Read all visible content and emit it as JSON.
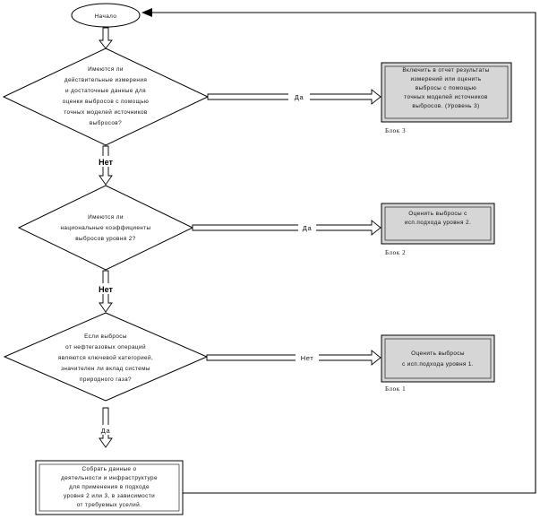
{
  "diagram": {
    "start": "Начало",
    "q1": [
      "Имеются ли",
      "действительные измерения",
      "и достаточные данные для",
      "оценки выбросов с помощью",
      "точных моделей источников",
      "выбросов?"
    ],
    "q2": [
      "Имеются ли",
      "национальные коэффициенты",
      "выбросов уровня 2?"
    ],
    "q3": [
      "Если выбросы",
      "от нефтегазовых операций",
      "являются ключевой категорией,",
      "значителен ли вклад системы",
      "природного газа?"
    ],
    "block3_text": [
      "Включить в отчет результаты",
      "измерений или оценить",
      "выбросы с помощью",
      "точных моделей источников",
      "выбросов. (Уровень 3)"
    ],
    "block3_caption": "Блок 3",
    "block2_text": [
      "Оценить выбросы с",
      "исп.подхода уровня 2."
    ],
    "block2_caption": "Блок 2",
    "block1_text": [
      "Оценить выбросы",
      "с исп.подхода уровня 1."
    ],
    "block1_caption": "Блок 1",
    "collect_text": [
      "Собрать данные о",
      "деятельности и инфраструктуре",
      "для применения в подходе",
      "уровня 2 или 3, в зависимости",
      "от требуемых уселий."
    ],
    "yes": "Да",
    "no": "Нет"
  }
}
